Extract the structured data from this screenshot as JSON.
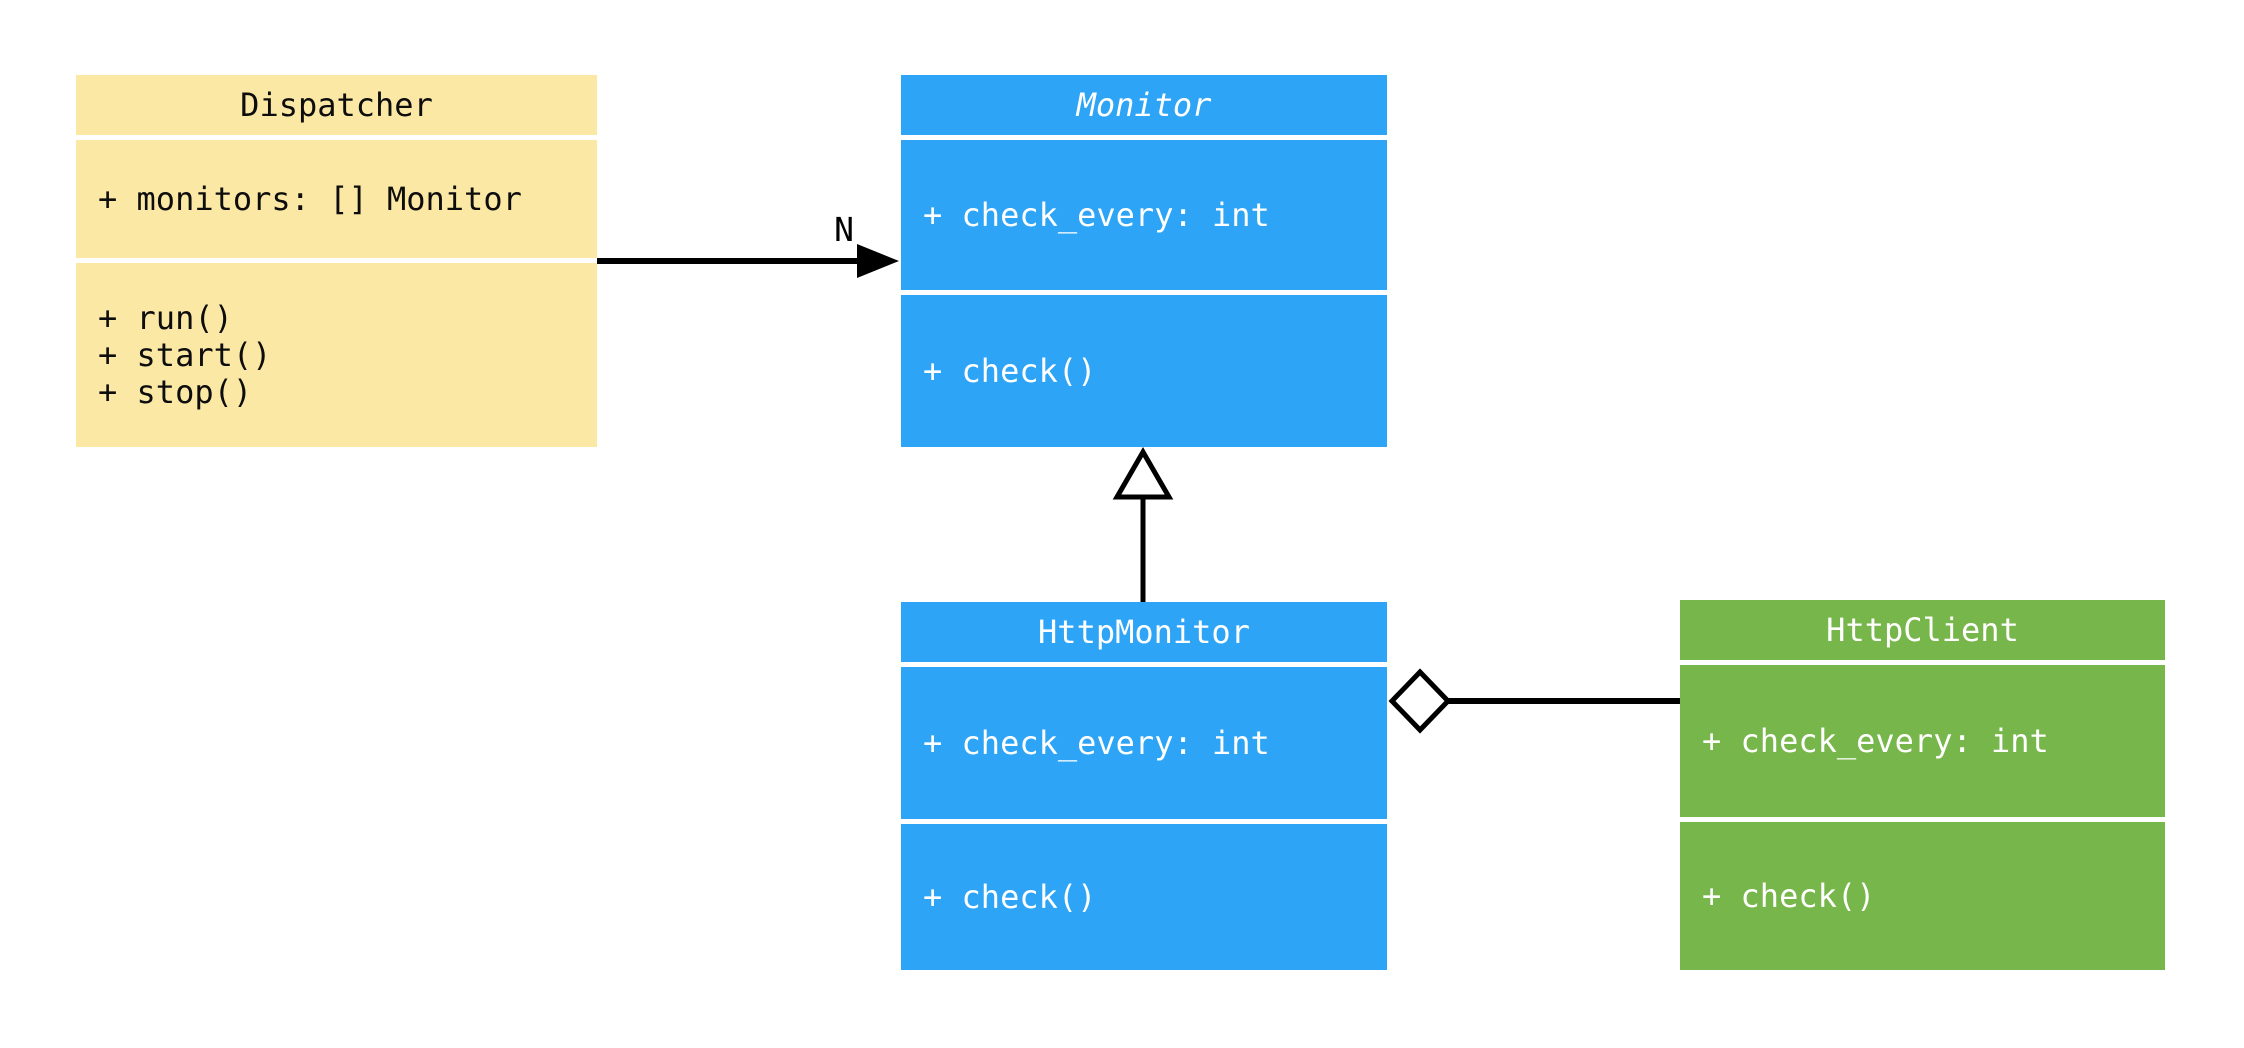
{
  "diagram": {
    "kind": "uml-class-diagram",
    "background_color": "#FFFFFF",
    "edge_color": "#000000",
    "classes": [
      {
        "name": "Dispatcher",
        "abstract": false,
        "fill_color": "#FBE8A4",
        "text_color": "#0D0D0D",
        "attributes": [
          "+ monitors: [] Monitor"
        ],
        "methods": [
          "+ run()",
          "+ start()",
          "+ stop()"
        ]
      },
      {
        "name": "Monitor",
        "abstract": true,
        "fill_color": "#2EA4F7",
        "text_color": "#FFFFFF",
        "attributes": [
          "+ check_every: int"
        ],
        "methods": [
          "+ check()"
        ]
      },
      {
        "name": "HttpMonitor",
        "abstract": false,
        "fill_color": "#2EA4F7",
        "text_color": "#FFFFFF",
        "attributes": [
          "+ check_every: int"
        ],
        "methods": [
          "+ check()"
        ]
      },
      {
        "name": "HttpClient",
        "abstract": false,
        "fill_color": "#77B64A",
        "text_color": "#FFFFFF",
        "attributes": [
          "+ check_every: int"
        ],
        "methods": [
          "+ check()"
        ]
      }
    ],
    "relationships": [
      {
        "type": "directed-association",
        "from": "Dispatcher",
        "to": "Monitor",
        "label": "N",
        "marker": "filled-arrowhead"
      },
      {
        "type": "inheritance",
        "from": "HttpMonitor",
        "to": "Monitor",
        "label": "",
        "marker": "hollow-triangle"
      },
      {
        "type": "aggregation",
        "from": "HttpMonitor",
        "to": "HttpClient",
        "label": "",
        "marker": "hollow-diamond"
      }
    ]
  }
}
